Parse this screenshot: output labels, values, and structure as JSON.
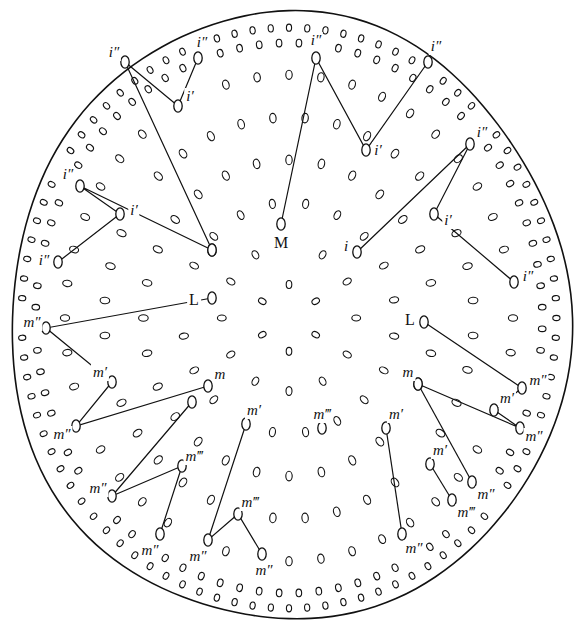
{
  "diagram": {
    "labels": [
      "i″",
      "i′",
      "i″",
      "M",
      "i″",
      "i′",
      "i″",
      "i″",
      "i′",
      "i″",
      "L",
      "i",
      "i″",
      "i′",
      "i″",
      "L",
      "m″",
      "m′",
      "m″",
      "m",
      "m″",
      "m′",
      "m″",
      "m",
      "m″",
      "m‴",
      "m″",
      "m′",
      "m″",
      "m‴",
      "m″",
      "m‴",
      "m′",
      "m″",
      "m″",
      "m′",
      "m‴"
    ]
  }
}
